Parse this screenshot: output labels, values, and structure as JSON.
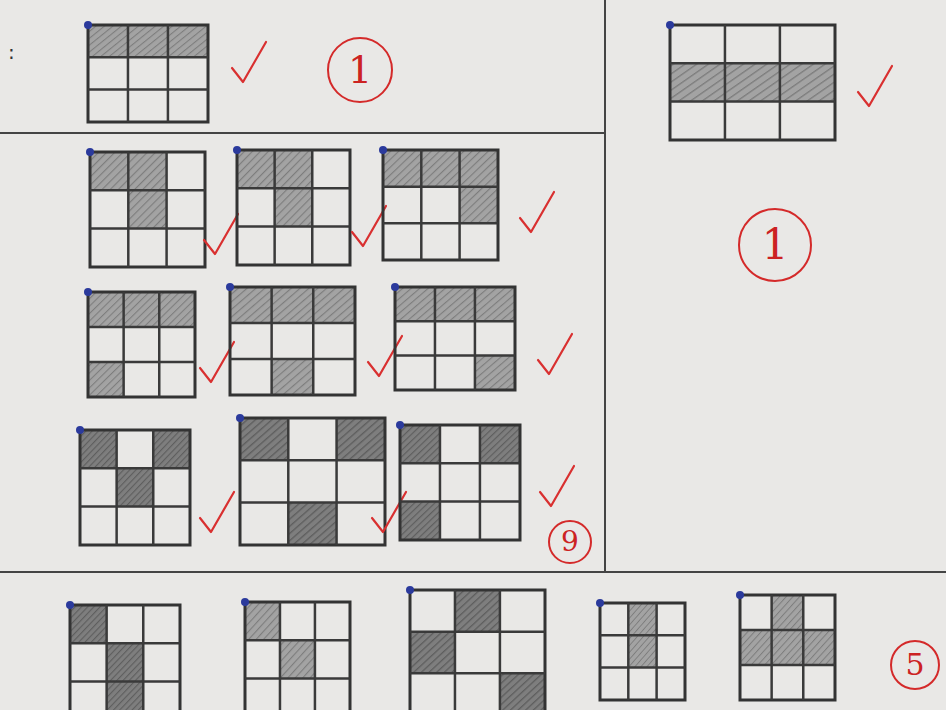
{
  "diagram": {
    "nodes": [
      {
        "text": [
          "1"
        ]
      },
      {
        "text": [
          "1"
        ]
      },
      {
        "text": [
          "9"
        ]
      },
      {
        "text": [
          "5"
        ]
      }
    ],
    "labels": [
      ":"
    ]
  }
}
